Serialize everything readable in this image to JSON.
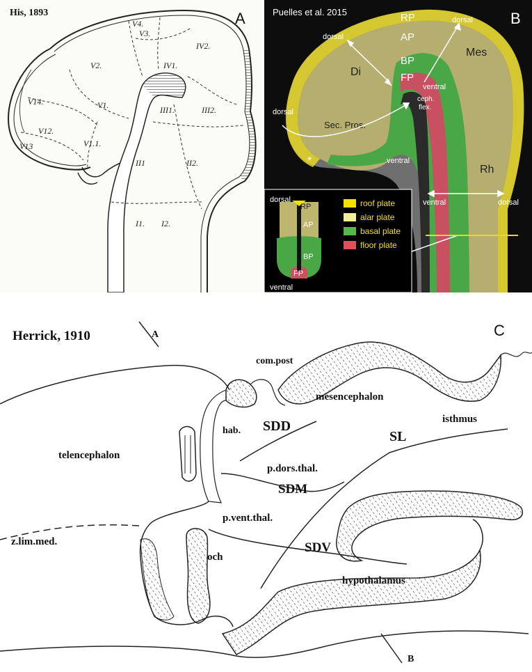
{
  "panel_a": {
    "letter": "A",
    "citation": "His, 1893",
    "region_labels": [
      "V4.",
      "V3.",
      "IV2.",
      "V2.",
      "IV1.",
      "V14.",
      "V1.",
      "III1.",
      "III2.",
      "V12.",
      "V1.1.",
      "V13",
      "II1",
      "II2.",
      "I1.",
      "I2."
    ]
  },
  "panel_b": {
    "letter": "B",
    "citation": "Puelles et al. 2015",
    "labels": {
      "rp": "RP",
      "ap": "AP",
      "bp": "BP",
      "fp": "FP",
      "di": "Di",
      "mes": "Mes",
      "rh": "Rh",
      "sec_pros": "Sec. Pros.",
      "ceph": "ceph.",
      "flex": "flex.",
      "asterisk": "*"
    },
    "axis_words": {
      "dorsal_top_left": "dorsal",
      "dorsal_top_right": "dorsal",
      "ventral_center": "ventral",
      "dorsal_left": "dorsal",
      "ventral_mid": "ventral",
      "ventral_rh": "ventral",
      "dorsal_rh": "dorsal"
    },
    "inset": {
      "dorsal": "dorsal",
      "ventral": "ventral",
      "rp": "RP",
      "ap": "AP",
      "bp": "BP",
      "fp": "FP"
    },
    "legend": [
      {
        "label": "roof plate",
        "color": "#f5e100"
      },
      {
        "label": "alar plate",
        "color": "#f3ec9a"
      },
      {
        "label": "basal plate",
        "color": "#55b84a"
      },
      {
        "label": "floor plate",
        "color": "#e0505a"
      }
    ],
    "colors": {
      "roof": "#f5e100",
      "alar": "#c2bb72",
      "basal": "#4fae4b",
      "floor": "#cc5564"
    }
  },
  "panel_c": {
    "letter": "C",
    "citation": "Herrick, 1910",
    "section_a": "A",
    "section_b": "B",
    "labels": {
      "com_post": "com.post",
      "mesencephalon": "mesencephalon",
      "isthmus": "isthmus",
      "hab": "hab.",
      "sdd": "SDD",
      "sl": "SL",
      "telencephalon": "telencephalon",
      "p_dors_thal": "p.dors.thal.",
      "sdm": "SDM",
      "p_vent_thal": "p.vent.thal.",
      "z_lim_med": "z.lim.med.",
      "sdv": "SDV",
      "och": "och",
      "hypothalamus": "hypothalamus"
    }
  }
}
